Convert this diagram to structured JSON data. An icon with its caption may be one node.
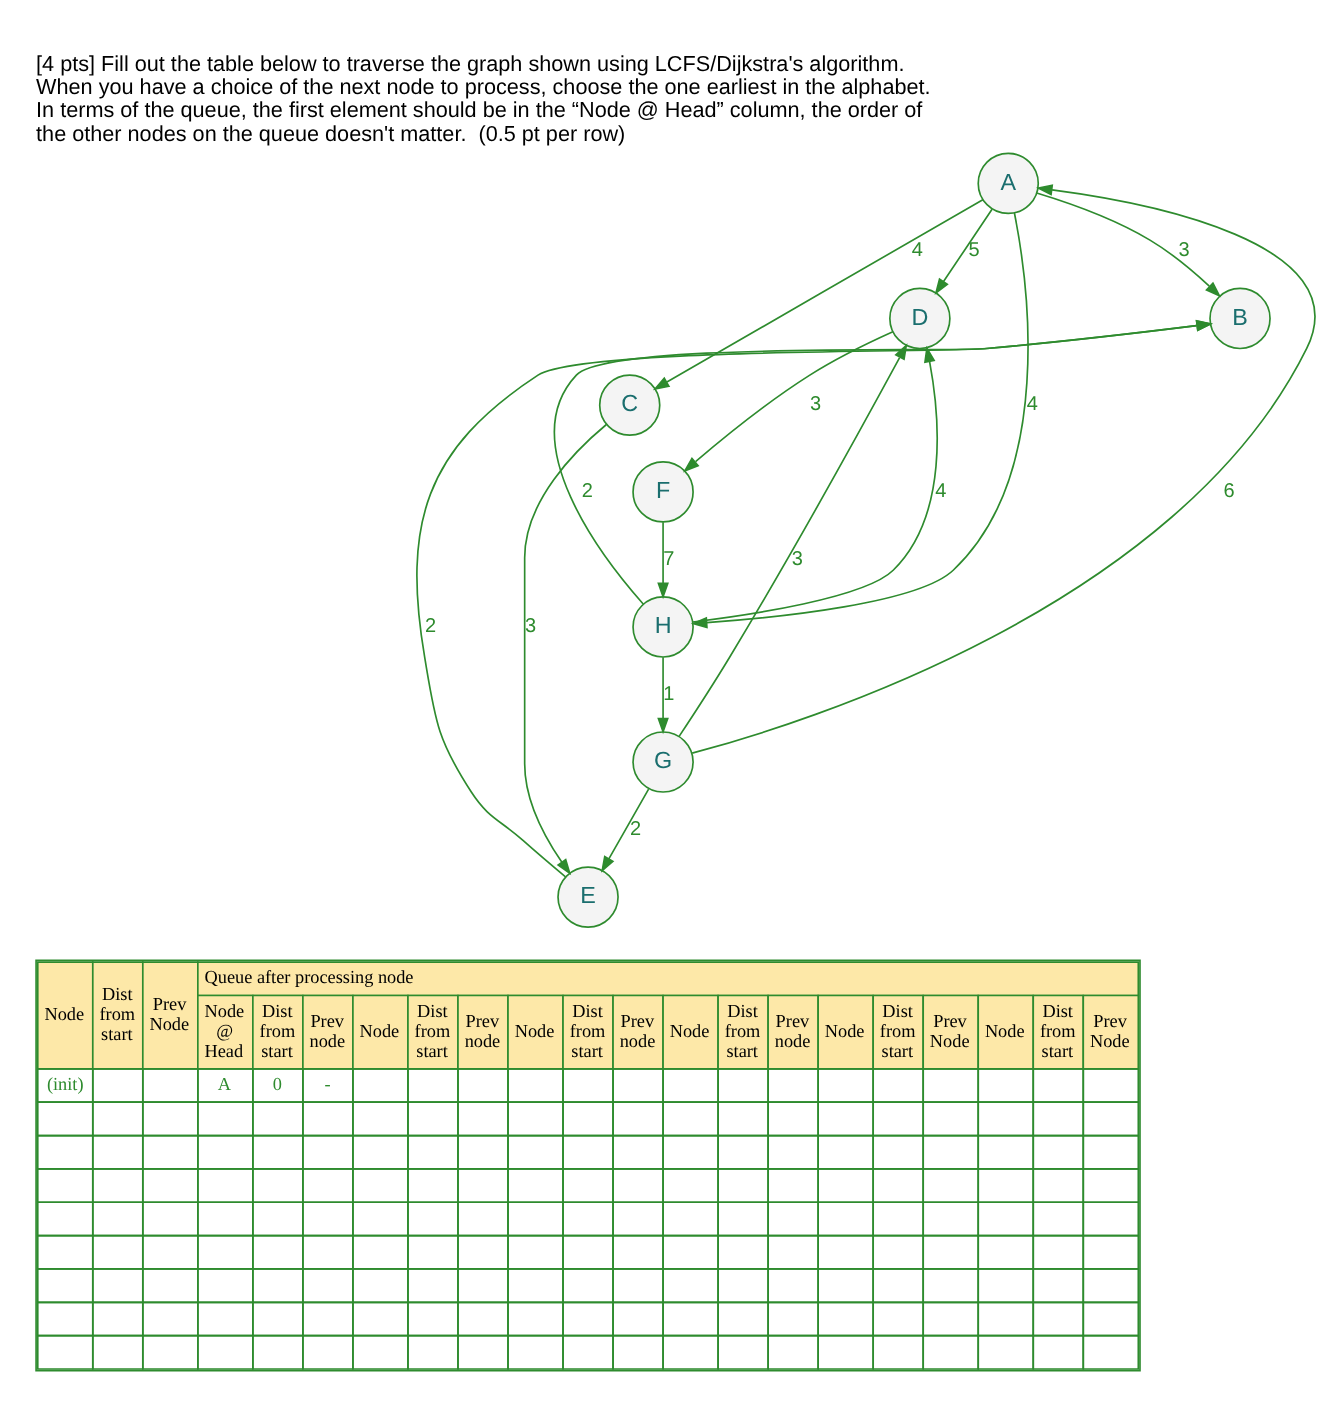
{
  "diagram": {
    "title": "[4 pts] Fill out the table below to traverse the graph shown using LCFS/Dijkstra's algorithm.  When you have a choice of the next node to process, choose the one earliest in the alphabet.  In terms of the queue, the first element should be in the “Node @ Head” column, the order of the other nodes on the queue doesn't matter.  (0.5 pt per row)",
    "nodes": [
      {
        "text": [
          "A"
        ]
      },
      {
        "text": [
          "B"
        ]
      },
      {
        "text": [
          "C"
        ]
      },
      {
        "text": [
          "D"
        ]
      },
      {
        "text": [
          "E"
        ]
      },
      {
        "text": [
          "F"
        ]
      },
      {
        "text": [
          "G"
        ]
      },
      {
        "text": [
          "H"
        ]
      }
    ],
    "edges": [
      {
        "from": 0,
        "to": 1,
        "arrow": "to",
        "label": "3"
      },
      {
        "from": 0,
        "to": 2,
        "arrow": "to",
        "label": "4"
      },
      {
        "from": 0,
        "to": 3,
        "arrow": "to",
        "label": "5"
      },
      {
        "from": 0,
        "to": 7,
        "arrow": "to",
        "label": "4"
      },
      {
        "from": 4,
        "to": 1,
        "arrow": "to",
        "label": "2"
      },
      {
        "from": 2,
        "to": 4,
        "arrow": "to",
        "label": "3"
      },
      {
        "from": 6,
        "to": 0,
        "arrow": "to",
        "label": "6"
      },
      {
        "from": 7,
        "to": 1,
        "arrow": "to",
        "label": "2"
      },
      {
        "from": 3,
        "to": 5,
        "arrow": "to",
        "label": "3"
      },
      {
        "from": 6,
        "to": 3,
        "arrow": "to",
        "label": "3"
      },
      {
        "from": 7,
        "to": 3,
        "arrow": "to",
        "label": "4"
      },
      {
        "from": 6,
        "to": 4,
        "arrow": "to",
        "label": "2"
      },
      {
        "from": 7,
        "to": 6,
        "arrow": "to",
        "label": "1"
      },
      {
        "from": 5,
        "to": 7,
        "arrow": "to",
        "label": "7"
      }
    ],
    "labels": [
      "Node",
      "Dist from start",
      "Prev Node",
      "Queue after processing node",
      "Node @ Head",
      "Dist from start",
      "Prev node",
      "Node",
      "Dist from start",
      "Prev node",
      "Node",
      "Dist from start",
      "Prev node",
      "Node",
      "Dist from start",
      "Prev node",
      "Node",
      "Dist from start",
      "Prev Node",
      "Node",
      "Dist from start",
      "Prev Node",
      "(init)",
      "A",
      "0",
      "-"
    ]
  }
}
